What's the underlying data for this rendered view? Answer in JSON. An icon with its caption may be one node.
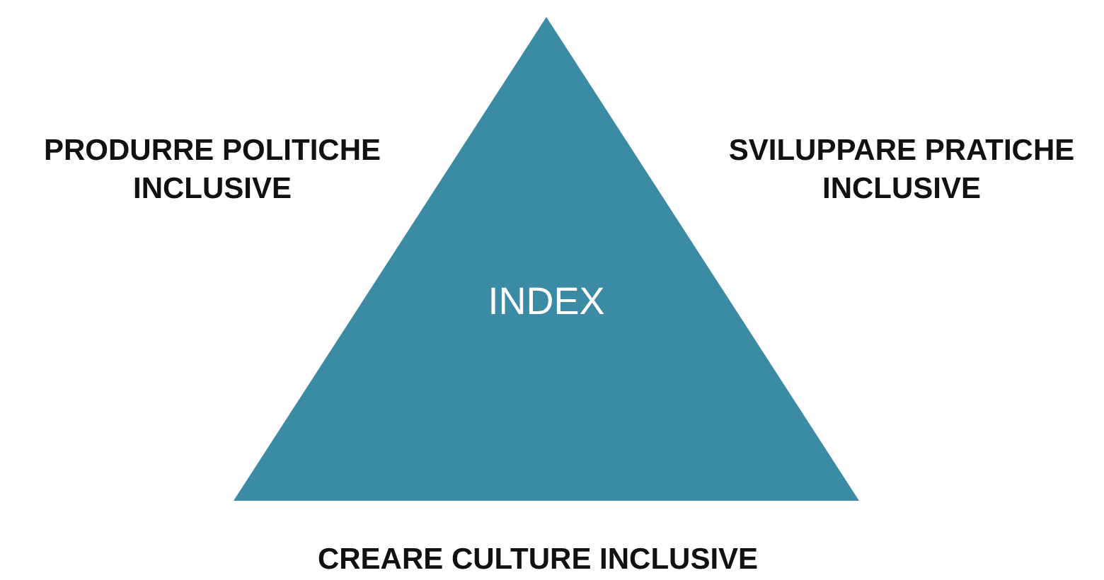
{
  "diagram": {
    "nodes": [
      {
        "text": [
          "INDEX"
        ]
      }
    ],
    "edges": [],
    "labels": [
      "PRODURRE POLITICHE INCLUSIVE",
      "SVILUPPARE PRATICHE INCLUSIVE",
      "CREARE CULTURE INCLUSIVE"
    ]
  }
}
